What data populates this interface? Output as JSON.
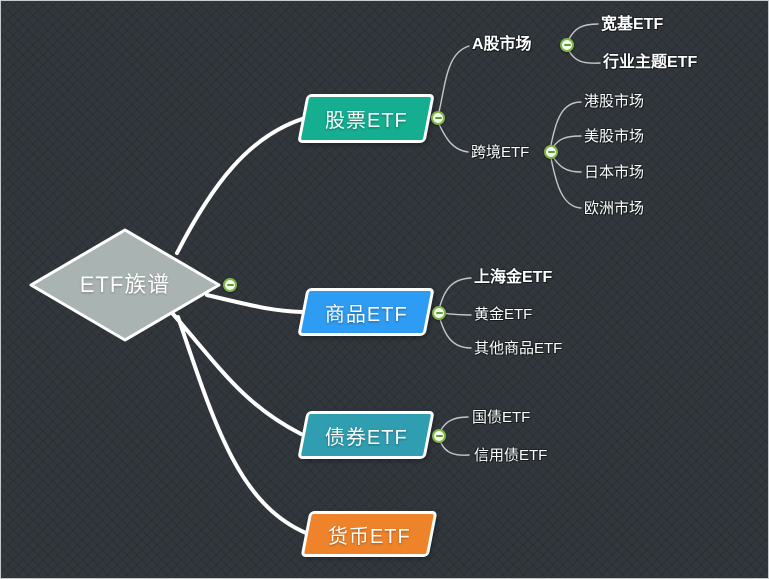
{
  "colors": {
    "background": "#31373c",
    "root_fill": "#a9b3b1",
    "node_border": "#ffffff",
    "text": "#ffffff",
    "thick_connector": "#ffffff",
    "thin_connector": "#c6c6c6",
    "collapse_ring": "#7fb648",
    "collapse_fill": "#f4fbee",
    "collapse_minus": "#5f9c33",
    "stock_fill": "#15ae91",
    "commodity_fill": "#2d9cf2",
    "bond_fill": "#2e9eb0",
    "currency_fill": "#ef8329"
  },
  "tree": {
    "root": {
      "label": "ETF族谱",
      "shape": "diamond"
    },
    "branches": [
      {
        "label": "股票ETF",
        "fill": "#15ae91",
        "children": [
          {
            "label": "A股市场",
            "bold": true,
            "children": [
              {
                "label": "宽基ETF",
                "bold": true
              },
              {
                "label": "行业主题ETF",
                "bold": true
              }
            ]
          },
          {
            "label": "跨境ETF",
            "bold": false,
            "children": [
              {
                "label": "港股市场"
              },
              {
                "label": "美股市场"
              },
              {
                "label": "日本市场"
              },
              {
                "label": "欧洲市场"
              }
            ]
          }
        ]
      },
      {
        "label": "商品ETF",
        "fill": "#2d9cf2",
        "children": [
          {
            "label": "上海金ETF",
            "bold": true
          },
          {
            "label": "黄金ETF"
          },
          {
            "label": "其他商品ETF"
          }
        ]
      },
      {
        "label": "债券ETF",
        "fill": "#2e9eb0",
        "children": [
          {
            "label": "国债ETF"
          },
          {
            "label": "信用债ETF"
          }
        ]
      },
      {
        "label": "货币ETF",
        "fill": "#ef8329",
        "children": []
      }
    ]
  }
}
